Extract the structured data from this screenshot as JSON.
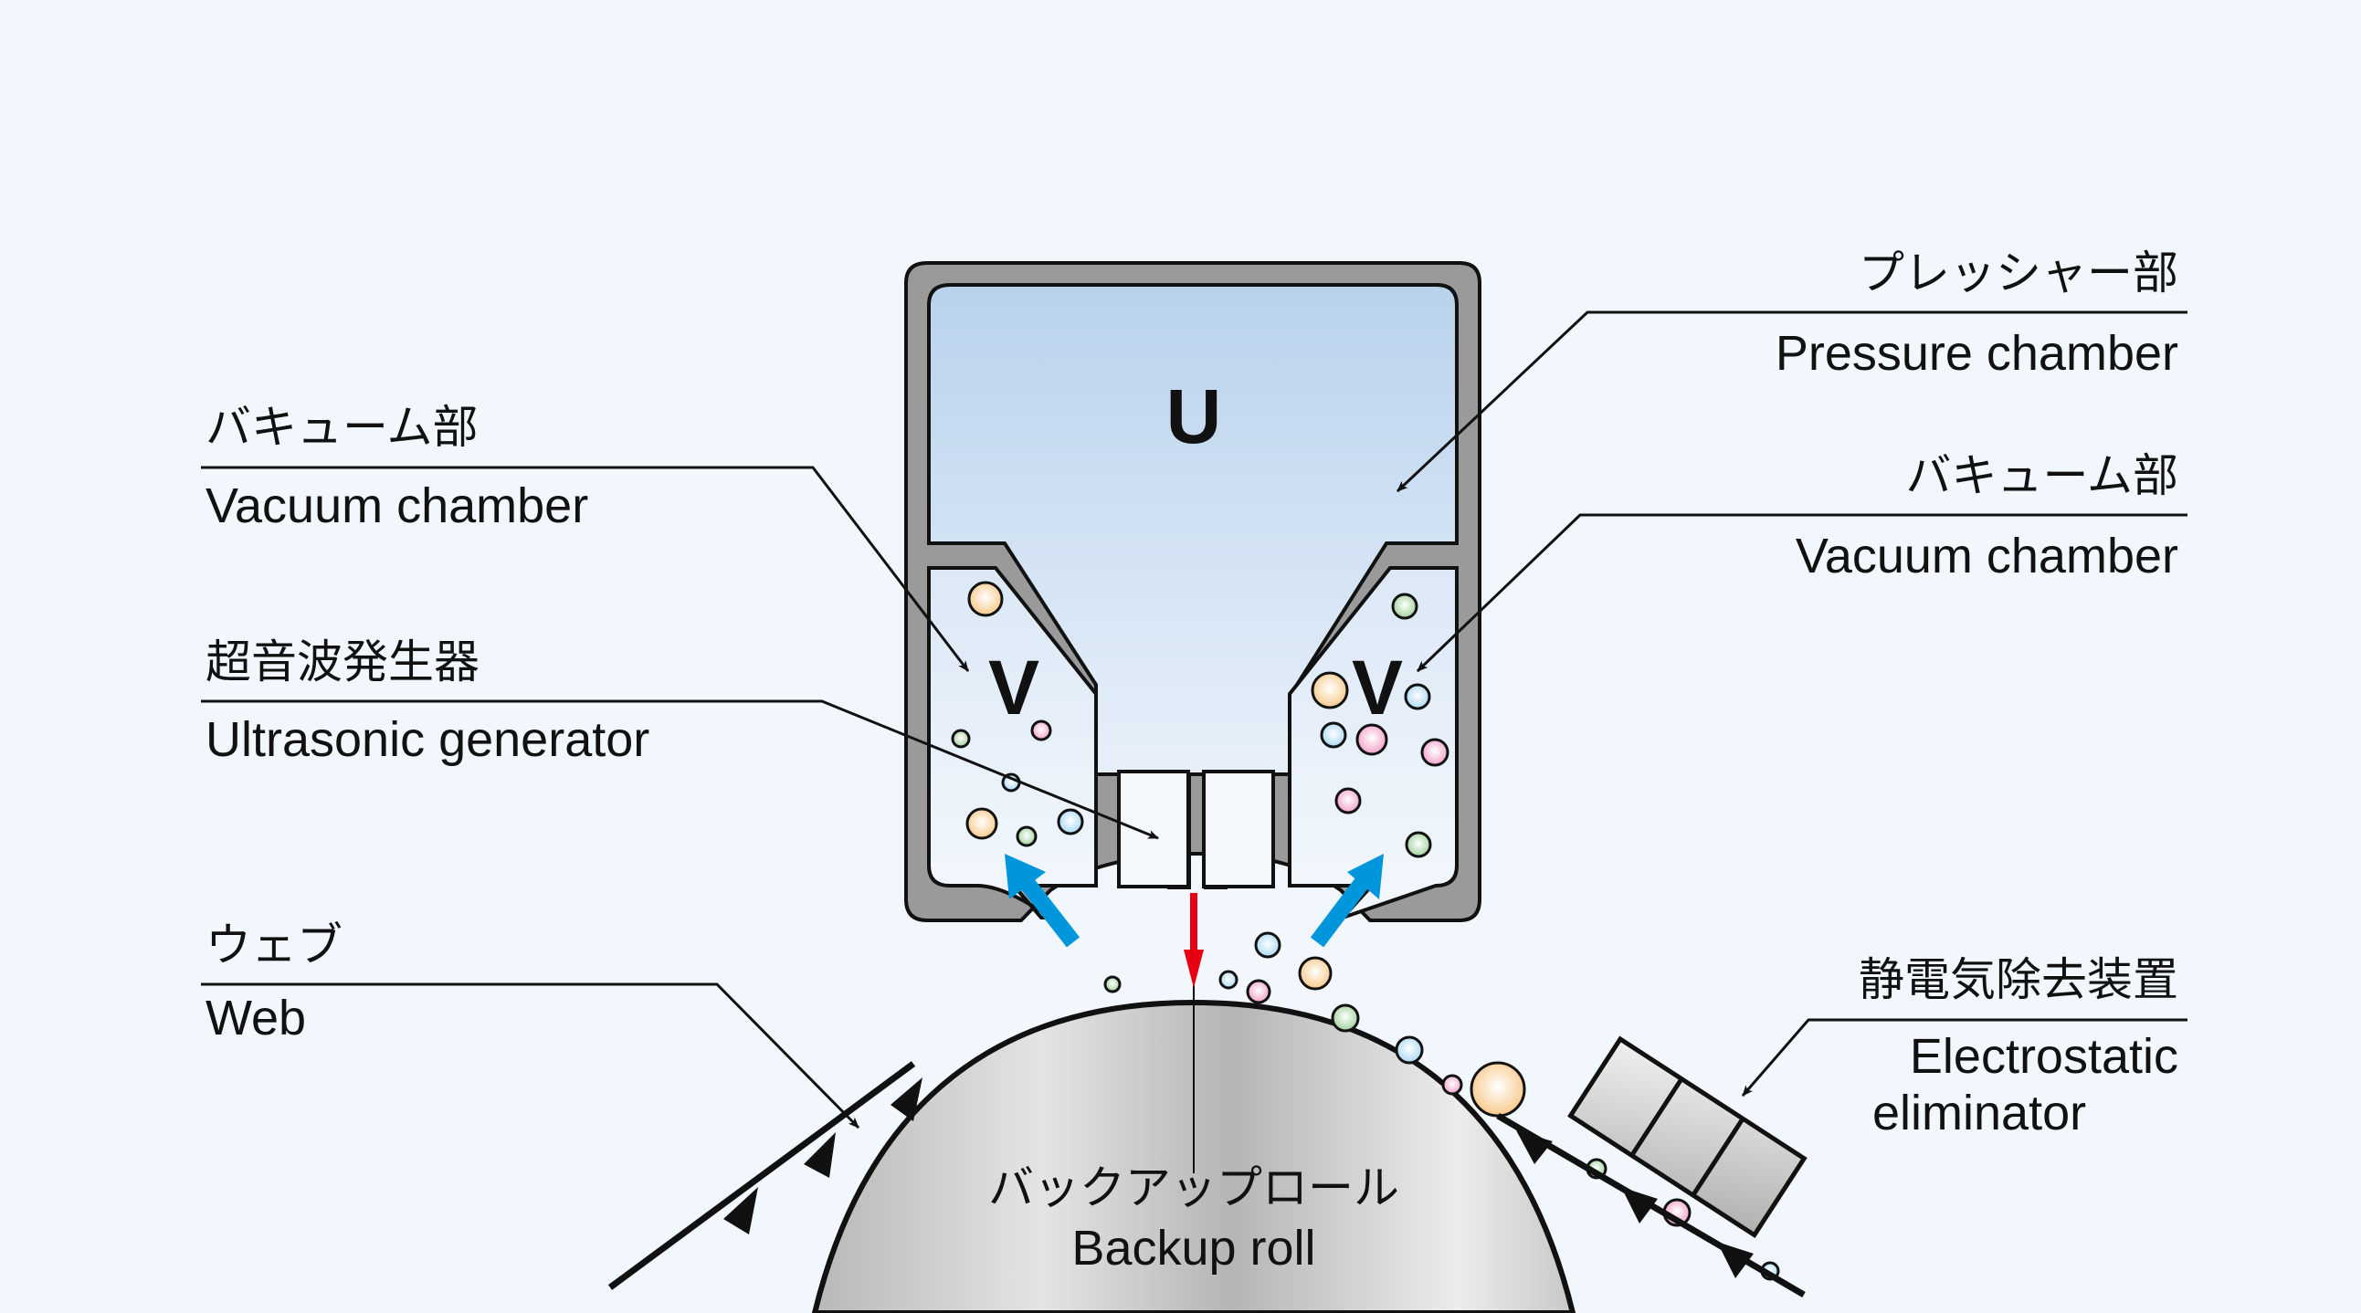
{
  "diagram": {
    "chamber_letters": {
      "pressure": "U",
      "vacuum_left": "V",
      "vacuum_right": "V"
    },
    "labels": {
      "vacuum_left": {
        "jp": "バキューム部",
        "en": "Vacuum chamber"
      },
      "ultrasonic": {
        "jp": "超音波発生器",
        "en": "Ultrasonic generator"
      },
      "web": {
        "jp": "ウェブ",
        "en": "Web"
      },
      "pressure": {
        "jp": "プレッシャー部",
        "en": "Pressure chamber"
      },
      "vacuum_right": {
        "jp": "バキューム部",
        "en": "Vacuum chamber"
      },
      "eliminator": {
        "jp": "静電気除去装置",
        "en_line1": "Electrostatic",
        "en_line2": "eliminator"
      },
      "backup_roll": {
        "jp": "バックアップロール",
        "en": "Backup roll"
      }
    },
    "colors": {
      "background": "#f2f7fd",
      "frame": "#9a9a9a",
      "pressure_top": "#b9d2ec",
      "suction_arrow": "#0096dc",
      "jet_arrow": "#e60012",
      "particle_orange": "#f7c98a",
      "particle_green": "#9fd09a",
      "particle_blue": "#a9d8f5",
      "particle_pink": "#f0a0c8"
    }
  }
}
